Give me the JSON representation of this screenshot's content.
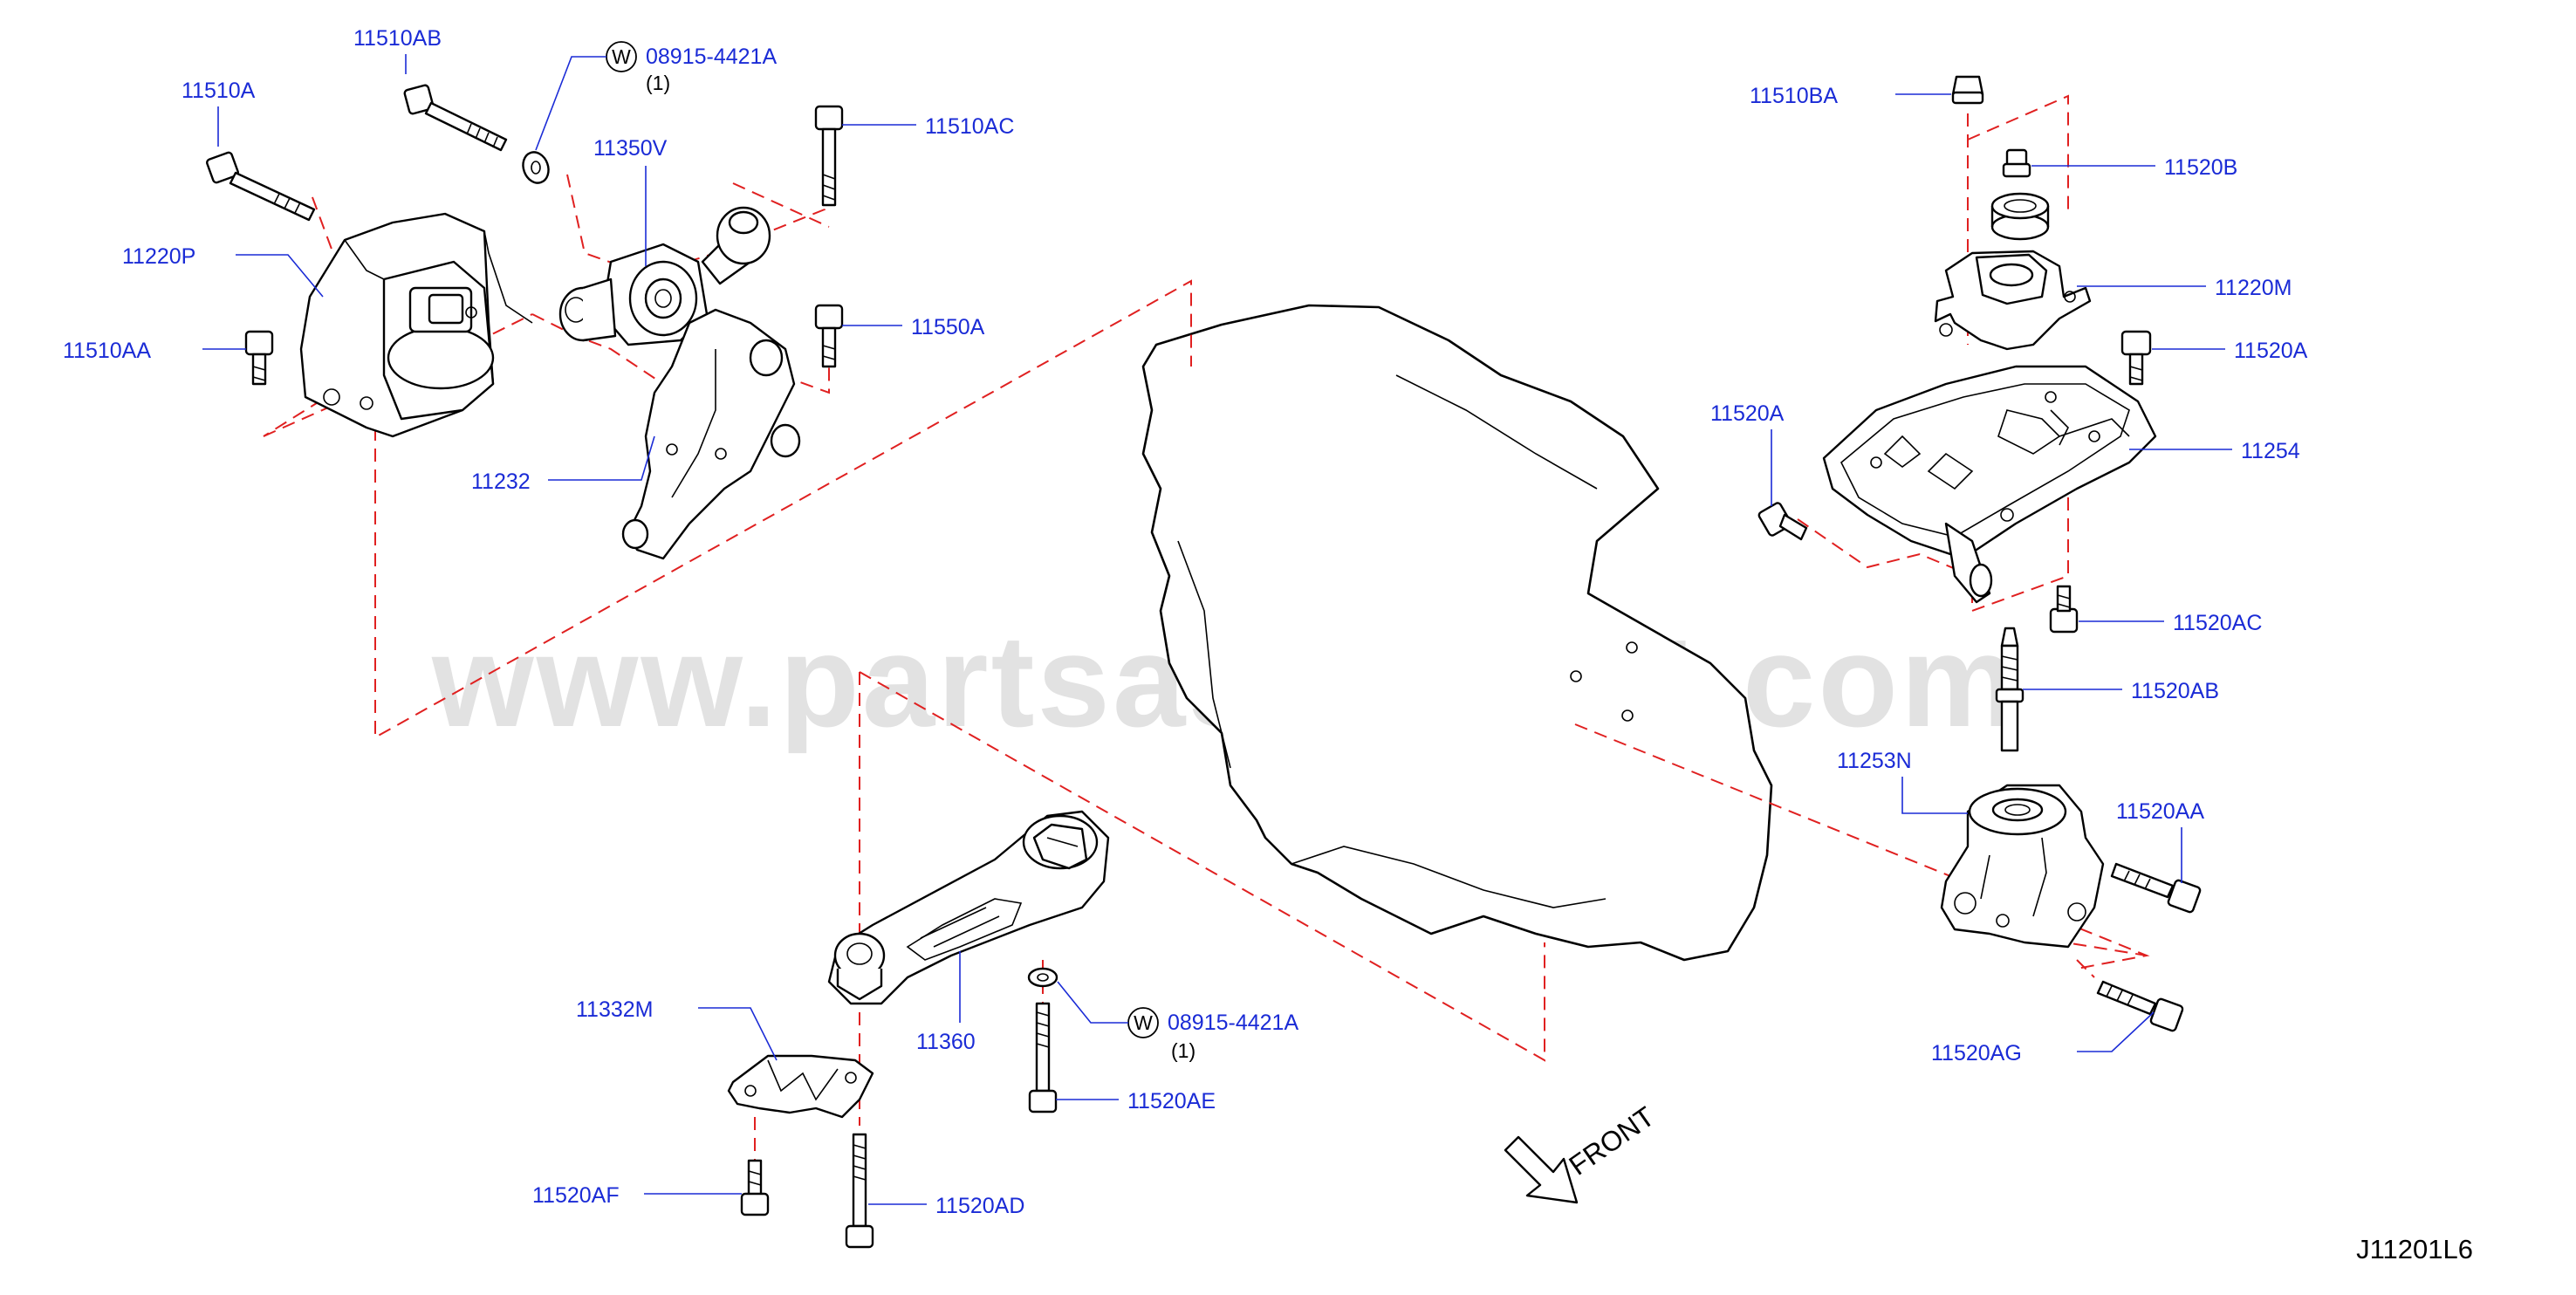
{
  "watermark": "www.partsassistant.com",
  "figure_code": "J11201L6",
  "front_label": "FRONT",
  "colors": {
    "label": "#1a2bd6",
    "dash": "#e02020",
    "line": "#000000",
    "watermark": "#d9d9d9"
  },
  "washer_symbol": "W",
  "labels": {
    "11510AB": "11510AB",
    "08915_top": "08915-4421A",
    "qty_top": "(1)",
    "11510A": "11510A",
    "11510AC": "11510AC",
    "11350V": "11350V",
    "11220P": "11220P",
    "11510AA": "11510AA",
    "11550A": "11550A",
    "11232": "11232",
    "11510BA": "11510BA",
    "11520B": "11520B",
    "11220M": "11220M",
    "11520A_right": "11520A",
    "11520A_left": "11520A",
    "11254": "11254",
    "11520AC": "11520AC",
    "11520AB": "11520AB",
    "11253N": "11253N",
    "11520AA": "11520AA",
    "11520AG": "11520AG",
    "11332M": "11332M",
    "11360": "11360",
    "08915_bottom": "08915-4421A",
    "qty_bottom": "(1)",
    "11520AE": "11520AE",
    "11520AF": "11520AF",
    "11520AD": "11520AD"
  }
}
